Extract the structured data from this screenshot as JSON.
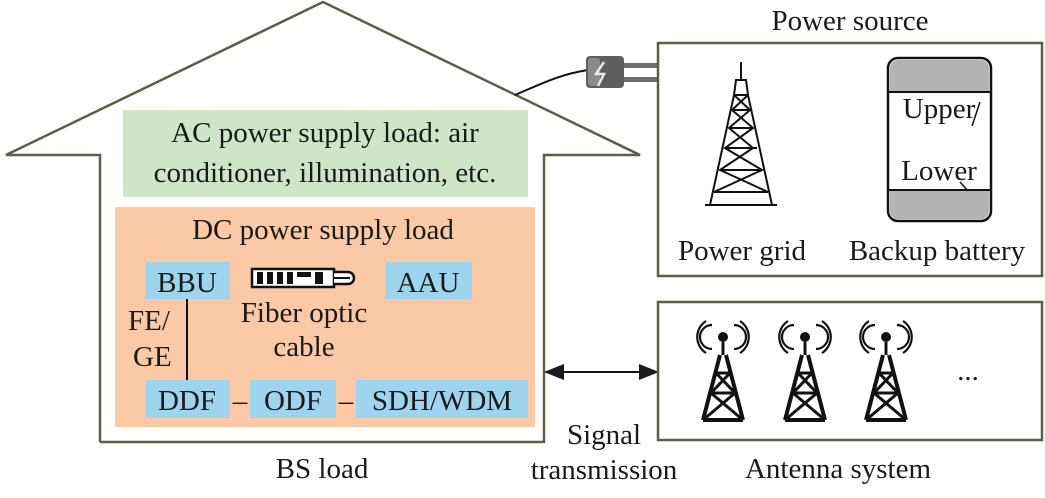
{
  "bs_load": {
    "caption": "BS load",
    "ac_load": {
      "line1": "AC power supply load: air",
      "line2": "conditioner, illumination, etc.",
      "fill": "#cfe6c6"
    },
    "dc_load": {
      "title": "DC power supply load",
      "fill": "#fbc9a5",
      "box_fill": "#9fd4ee",
      "bbu": "BBU",
      "aau": "AAU",
      "fiber_line1": "Fiber optic",
      "fiber_line2": "cable",
      "fege_line1": "FE/",
      "fege_line2": "GE",
      "ddf": "DDF",
      "odf": "ODF",
      "sdh": "SDH/WDM",
      "dash": "–"
    }
  },
  "power_source": {
    "title": "Power source",
    "grid_label": "Power grid",
    "battery_label": "Backup battery",
    "battery_upper": "Upper",
    "battery_lower": "Lower"
  },
  "signal": {
    "line1": "Signal",
    "line2": "transmission"
  },
  "antenna_system": {
    "caption": "Antenna system",
    "ellipsis": "..."
  },
  "colors": {
    "frame": "#5a5f48",
    "battery_cap": "#b3b3b3"
  }
}
